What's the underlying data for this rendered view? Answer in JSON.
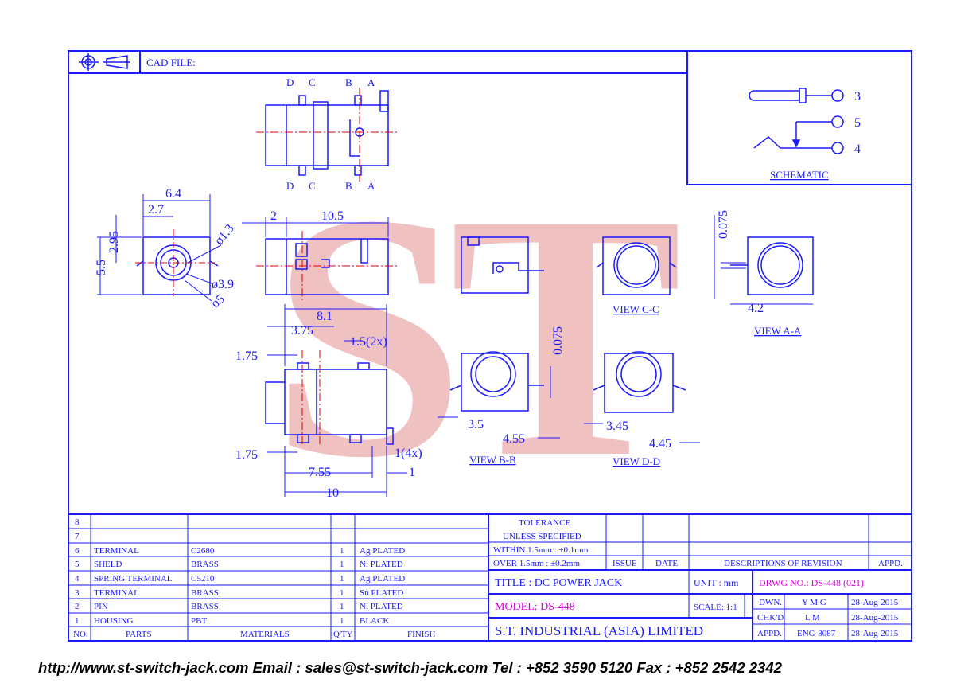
{
  "header": {
    "cad_file_label": "CAD FILE:"
  },
  "watermark": {
    "text": "ST"
  },
  "schematic": {
    "pin_top": "3",
    "pin_mid": "5",
    "pin_bottom": "4",
    "label": "SCHEMATIC"
  },
  "section_markers": {
    "d": "D",
    "c": "C",
    "b": "B",
    "a": "A"
  },
  "dimensions": {
    "front_width": "6.4",
    "front_half": "2.7",
    "front_height": "5.5",
    "front_center": "2.95",
    "dia_small": "ø1.3",
    "dia_mid": "ø3.9",
    "dia_large": "ø5",
    "side_2": "2",
    "side_10_5": "10.5",
    "bottom_8_1": "8.1",
    "bottom_3_75": "3.75",
    "bottom_1_5": "1.5(2x)",
    "bottom_1_75_top": "1.75",
    "bottom_1_75_bot": "1.75",
    "bottom_7_55": "7.55",
    "bottom_10": "10",
    "bottom_1_4x": "1(4x)",
    "bottom_1": "1",
    "vb_0_075": "0.075",
    "vb_3_5": "3.5",
    "vb_4_55": "4.55",
    "vd_3_45": "3.45",
    "vd_4_45": "4.45",
    "va_0_075": "0.075",
    "va_4_2": "4.2"
  },
  "views": {
    "view_cc": "VIEW C-C",
    "view_aa": "VIEW A-A",
    "view_bb": "VIEW B-B",
    "view_dd": "VIEW D-D"
  },
  "bom": {
    "rows": [
      {
        "no": "8",
        "part": "",
        "material": "",
        "qty": "",
        "finish": ""
      },
      {
        "no": "7",
        "part": "",
        "material": "",
        "qty": "",
        "finish": ""
      },
      {
        "no": "6",
        "part": "TERMINAL",
        "material": "C2680",
        "qty": "1",
        "finish": "Ag PLATED"
      },
      {
        "no": "5",
        "part": "SHELD",
        "material": "BRASS",
        "qty": "1",
        "finish": "Ni PLATED"
      },
      {
        "no": "4",
        "part": "SPRING TERMINAL",
        "material": "C5210",
        "qty": "1",
        "finish": "Ag PLATED"
      },
      {
        "no": "3",
        "part": "TERMINAL",
        "material": "BRASS",
        "qty": "1",
        "finish": "Sn PLATED"
      },
      {
        "no": "2",
        "part": "PIN",
        "material": "BRASS",
        "qty": "1",
        "finish": "Ni PLATED"
      },
      {
        "no": "1",
        "part": "HOUSING",
        "material": "PBT",
        "qty": "1",
        "finish": "BLACK"
      }
    ],
    "headers": {
      "no": "NO.",
      "part": "PARTS",
      "material": "MATERIALS",
      "qty": "Q'TY",
      "finish": "FINISH"
    }
  },
  "title_block": {
    "tolerance_l1": "TOLERANCE",
    "tolerance_l2": "UNLESS   SPECIFIED",
    "within": "WITHIN  1.5mm : ±0.1mm",
    "over": "OVER   1.5mm : ±0.2mm",
    "issue": "ISSUE",
    "date": "DATE",
    "desc_rev": "DESCRIPTIONS  OF  REVISION",
    "appd": "APPD.",
    "title": "TITLE : DC POWER JACK",
    "unit": "UNIT :   mm",
    "drwg_no": "DRWG NO.: DS-448 (021)",
    "model": "MODEL: DS-448",
    "scale": "SCALE:   1:1",
    "company": "S.T.  INDUSTRIAL  (ASIA)  LIMITED",
    "dwn_label": "DWN.",
    "dwn_name": "Y M G",
    "dwn_date": "28-Aug-2015",
    "chkd_label": "CHK'D",
    "chkd_name": "L M",
    "chkd_date": "28-Aug-2015",
    "appd_label": "APPD.",
    "appd_name": "ENG-8087",
    "appd_date": "28-Aug-2015"
  },
  "footer": {
    "text": "http://www.st-switch-jack.com  Email : sales@st-switch-jack.com  Tel : +852 3590 5120  Fax : +852 2542 2342"
  },
  "colors": {
    "border": "#1a1aff",
    "magenta": "#e000e0",
    "red": "#e00000",
    "watermark": "#e9a0a0"
  }
}
